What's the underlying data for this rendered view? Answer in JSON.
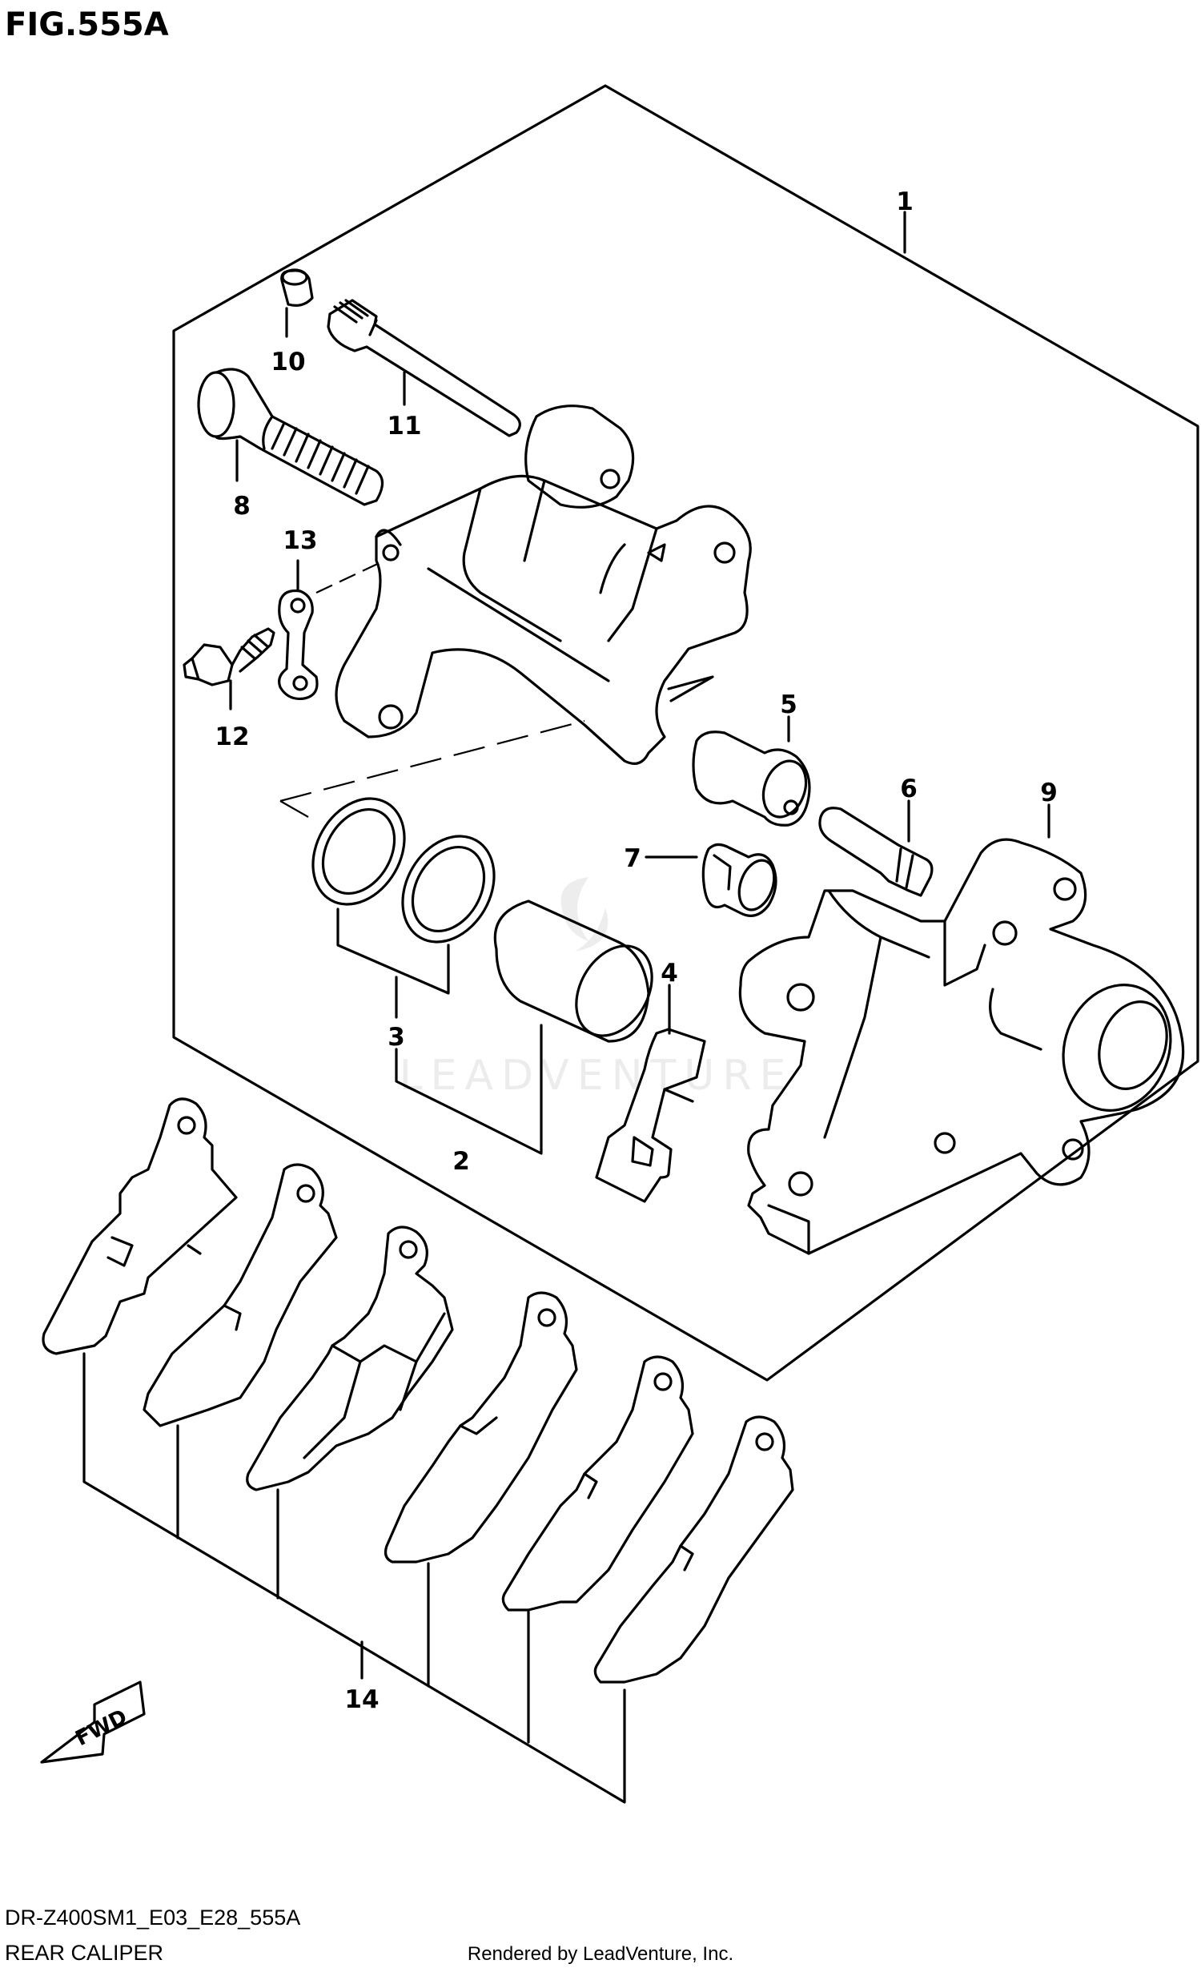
{
  "figure": {
    "title": "FIG.555A"
  },
  "footer": {
    "model_code": "DR-Z400SM1_E03_E28_555A",
    "assembly_name": "REAR CALIPER",
    "rendered_by": "Rendered by LeadVenture, Inc."
  },
  "watermark": "LEADVENTURE",
  "direction_arrow": {
    "label": "FWD",
    "icon": "fwd-arrow-icon"
  },
  "callouts": [
    "1",
    "2",
    "3",
    "4",
    "5",
    "6",
    "7",
    "8",
    "9",
    "10",
    "11",
    "12",
    "13",
    "14"
  ]
}
